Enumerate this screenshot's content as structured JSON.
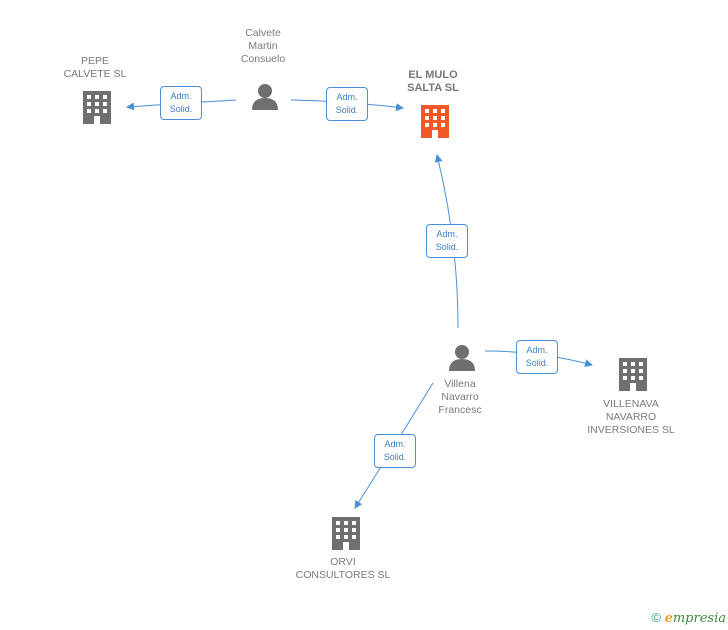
{
  "nodes": {
    "pepe_calvete": {
      "label": "PEPE\nCALVETE SL",
      "type": "company"
    },
    "calvete_martin": {
      "label": "Calvete\nMartin\nConsuelo",
      "type": "person"
    },
    "el_mulo": {
      "label": "EL MULO\nSALTA SL",
      "type": "company",
      "highlight": true
    },
    "villena_navarro": {
      "label": "Villena\nNavarro\nFrancesc",
      "type": "person"
    },
    "villenava": {
      "label": "VILLENAVA\nNAVARRO\nINVERSIONES SL",
      "type": "company"
    },
    "orvi": {
      "label": "ORVI\nCONSULTORES SL",
      "type": "company"
    }
  },
  "edges": {
    "calvete_to_pepe": "Adm.\nSolid.",
    "calvete_to_mulo": "Adm.\nSolid.",
    "villena_to_mulo": "Adm.\nSolid.",
    "villena_to_villenava": "Adm.\nSolid.",
    "villena_to_orvi": "Adm.\nSolid."
  },
  "colors": {
    "edge": "#4a90d9",
    "company_icon": "#6f6f6f",
    "highlight_icon": "#f05a28",
    "person_icon": "#6f6f6f"
  },
  "footer": {
    "copyright": "©",
    "brand_e": "e",
    "brand_rest": "mpresia"
  }
}
